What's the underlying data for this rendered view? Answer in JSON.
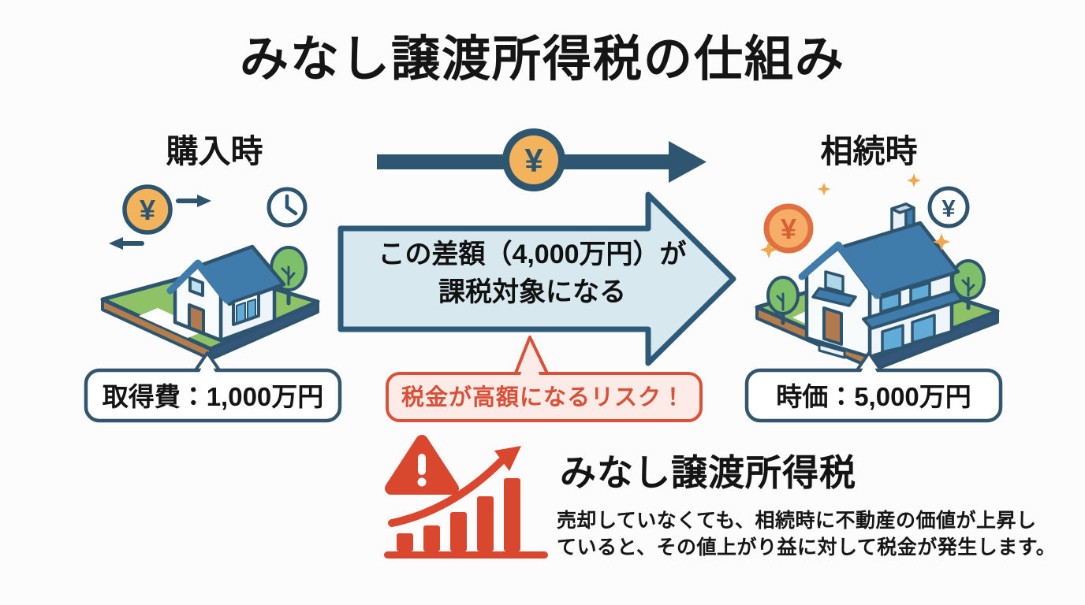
{
  "title": "みなし譲渡所得税の仕組み",
  "purchase": {
    "label": "購入時",
    "value": "取得費：1,000万円"
  },
  "inheritance": {
    "label": "相続時",
    "value": "時価：5,000万円"
  },
  "difference_arrow": {
    "line1": "この差額（4,000万円）が",
    "line2": "課税対象になる"
  },
  "risk_bubble": {
    "text": "税金が高額になるリスク！"
  },
  "summary": {
    "heading": "みなし譲渡所得税",
    "description_line1": "売却していなくても、相続時に不動産の価値が上昇し",
    "description_line2": "ていると、その値上がり益に対して税金が発生します。"
  },
  "icons": {
    "yen": "¥",
    "yen_coin": "yen-coin-icon",
    "clock": "clock-icon",
    "warning": "warning-triangle-icon",
    "sparkle": "sparkle-icon"
  },
  "colors": {
    "navy": "#2e5570",
    "roof_blue": "#3f7cab",
    "window_blue": "#61abd7",
    "window_light": "#aed7e8",
    "grass_green": "#8fc166",
    "soil_brown": "#b57c4c",
    "plot_side_navy": "#33567a",
    "wall_white": "#f8fbfc",
    "diff_arrow_fill": "#d7e9ee",
    "diff_arrow_border": "#2d5a78",
    "risk_red": "#d9472f",
    "bubble_border": "#d85138",
    "bubble_fill": "#fcebe6",
    "coin_orange": "#f2b35c",
    "coin_red_ring": "#e0703f",
    "sparkle_orange": "#f0a850",
    "tree_green": "#7dc069"
  }
}
